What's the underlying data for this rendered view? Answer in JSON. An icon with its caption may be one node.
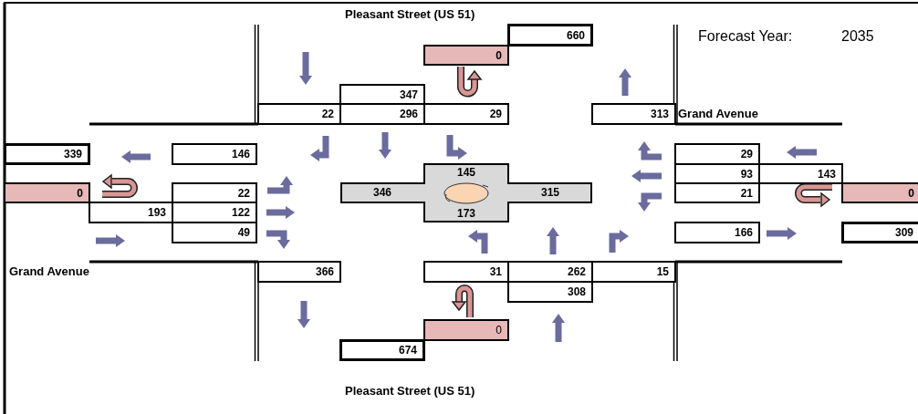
{
  "diagram": {
    "nodes": [
      {
        "text": [
          "660"
        ]
      },
      {
        "text": [
          "0"
        ]
      },
      {
        "text": [
          "347"
        ]
      },
      {
        "text": [
          "22"
        ]
      },
      {
        "text": [
          "296"
        ]
      },
      {
        "text": [
          "29"
        ]
      },
      {
        "text": [
          "313"
        ]
      },
      {
        "text": [
          "339"
        ]
      },
      {
        "text": [
          "146"
        ]
      },
      {
        "text": [
          "29"
        ]
      },
      {
        "text": [
          "93"
        ]
      },
      {
        "text": [
          "143"
        ]
      },
      {
        "text": [
          "0"
        ]
      },
      {
        "text": [
          "22"
        ]
      },
      {
        "text": [
          "145",
          "346",
          "315",
          "173"
        ]
      },
      {
        "text": [
          "21"
        ]
      },
      {
        "text": [
          "0"
        ]
      },
      {
        "text": [
          "193"
        ]
      },
      {
        "text": [
          "122"
        ]
      },
      {
        "text": [
          "49"
        ]
      },
      {
        "text": [
          "166"
        ]
      },
      {
        "text": [
          "309"
        ]
      },
      {
        "text": [
          "366"
        ]
      },
      {
        "text": [
          "31"
        ]
      },
      {
        "text": [
          "262"
        ]
      },
      {
        "text": [
          "15"
        ]
      },
      {
        "text": [
          "308"
        ]
      },
      {
        "text": [
          "0"
        ]
      },
      {
        "text": [
          "674"
        ]
      }
    ],
    "labels": [
      "Pleasant Street (US 51)",
      "Forecast Year:",
      "2035",
      "Grand Avenue",
      "Grand Avenue",
      "Pleasant Street (US 51)"
    ]
  }
}
